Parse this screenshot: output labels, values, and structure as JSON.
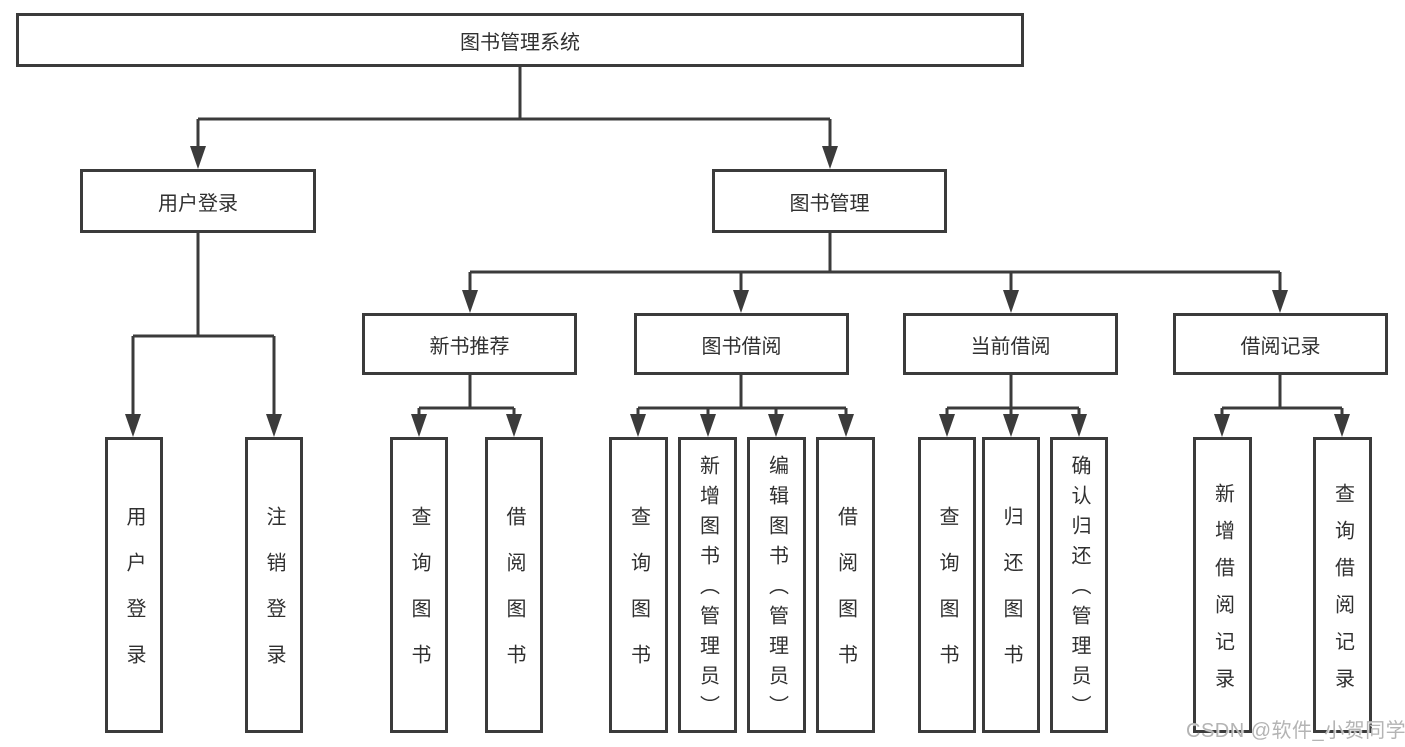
{
  "nodes": {
    "root": "图书管理系统",
    "user_login": {
      "label": "用户登录",
      "children": [
        "用户登录",
        "注销登录"
      ]
    },
    "book_mgmt": {
      "label": "图书管理"
    },
    "sections": [
      {
        "label": "新书推荐",
        "children": [
          "查询图书",
          "借阅图书"
        ]
      },
      {
        "label": "图书借阅",
        "children": [
          "查询图书",
          "新增图书（管理员）",
          "编辑图书（管理员）",
          "借阅图书"
        ]
      },
      {
        "label": "当前借阅",
        "children": [
          "查询图书",
          "归还图书",
          "确认归还（管理员）"
        ]
      },
      {
        "label": "借阅记录",
        "children": [
          "新增借阅记录",
          "查询借阅记录"
        ]
      }
    ]
  },
  "watermark": {
    "text": "CSDN @软件_小贺同学"
  },
  "colors": {
    "line": "#3b3b3b",
    "box_border": "#3b3b3b",
    "text": "#303030",
    "watermark": "#b4b4b4",
    "background": "#ffffff"
  }
}
